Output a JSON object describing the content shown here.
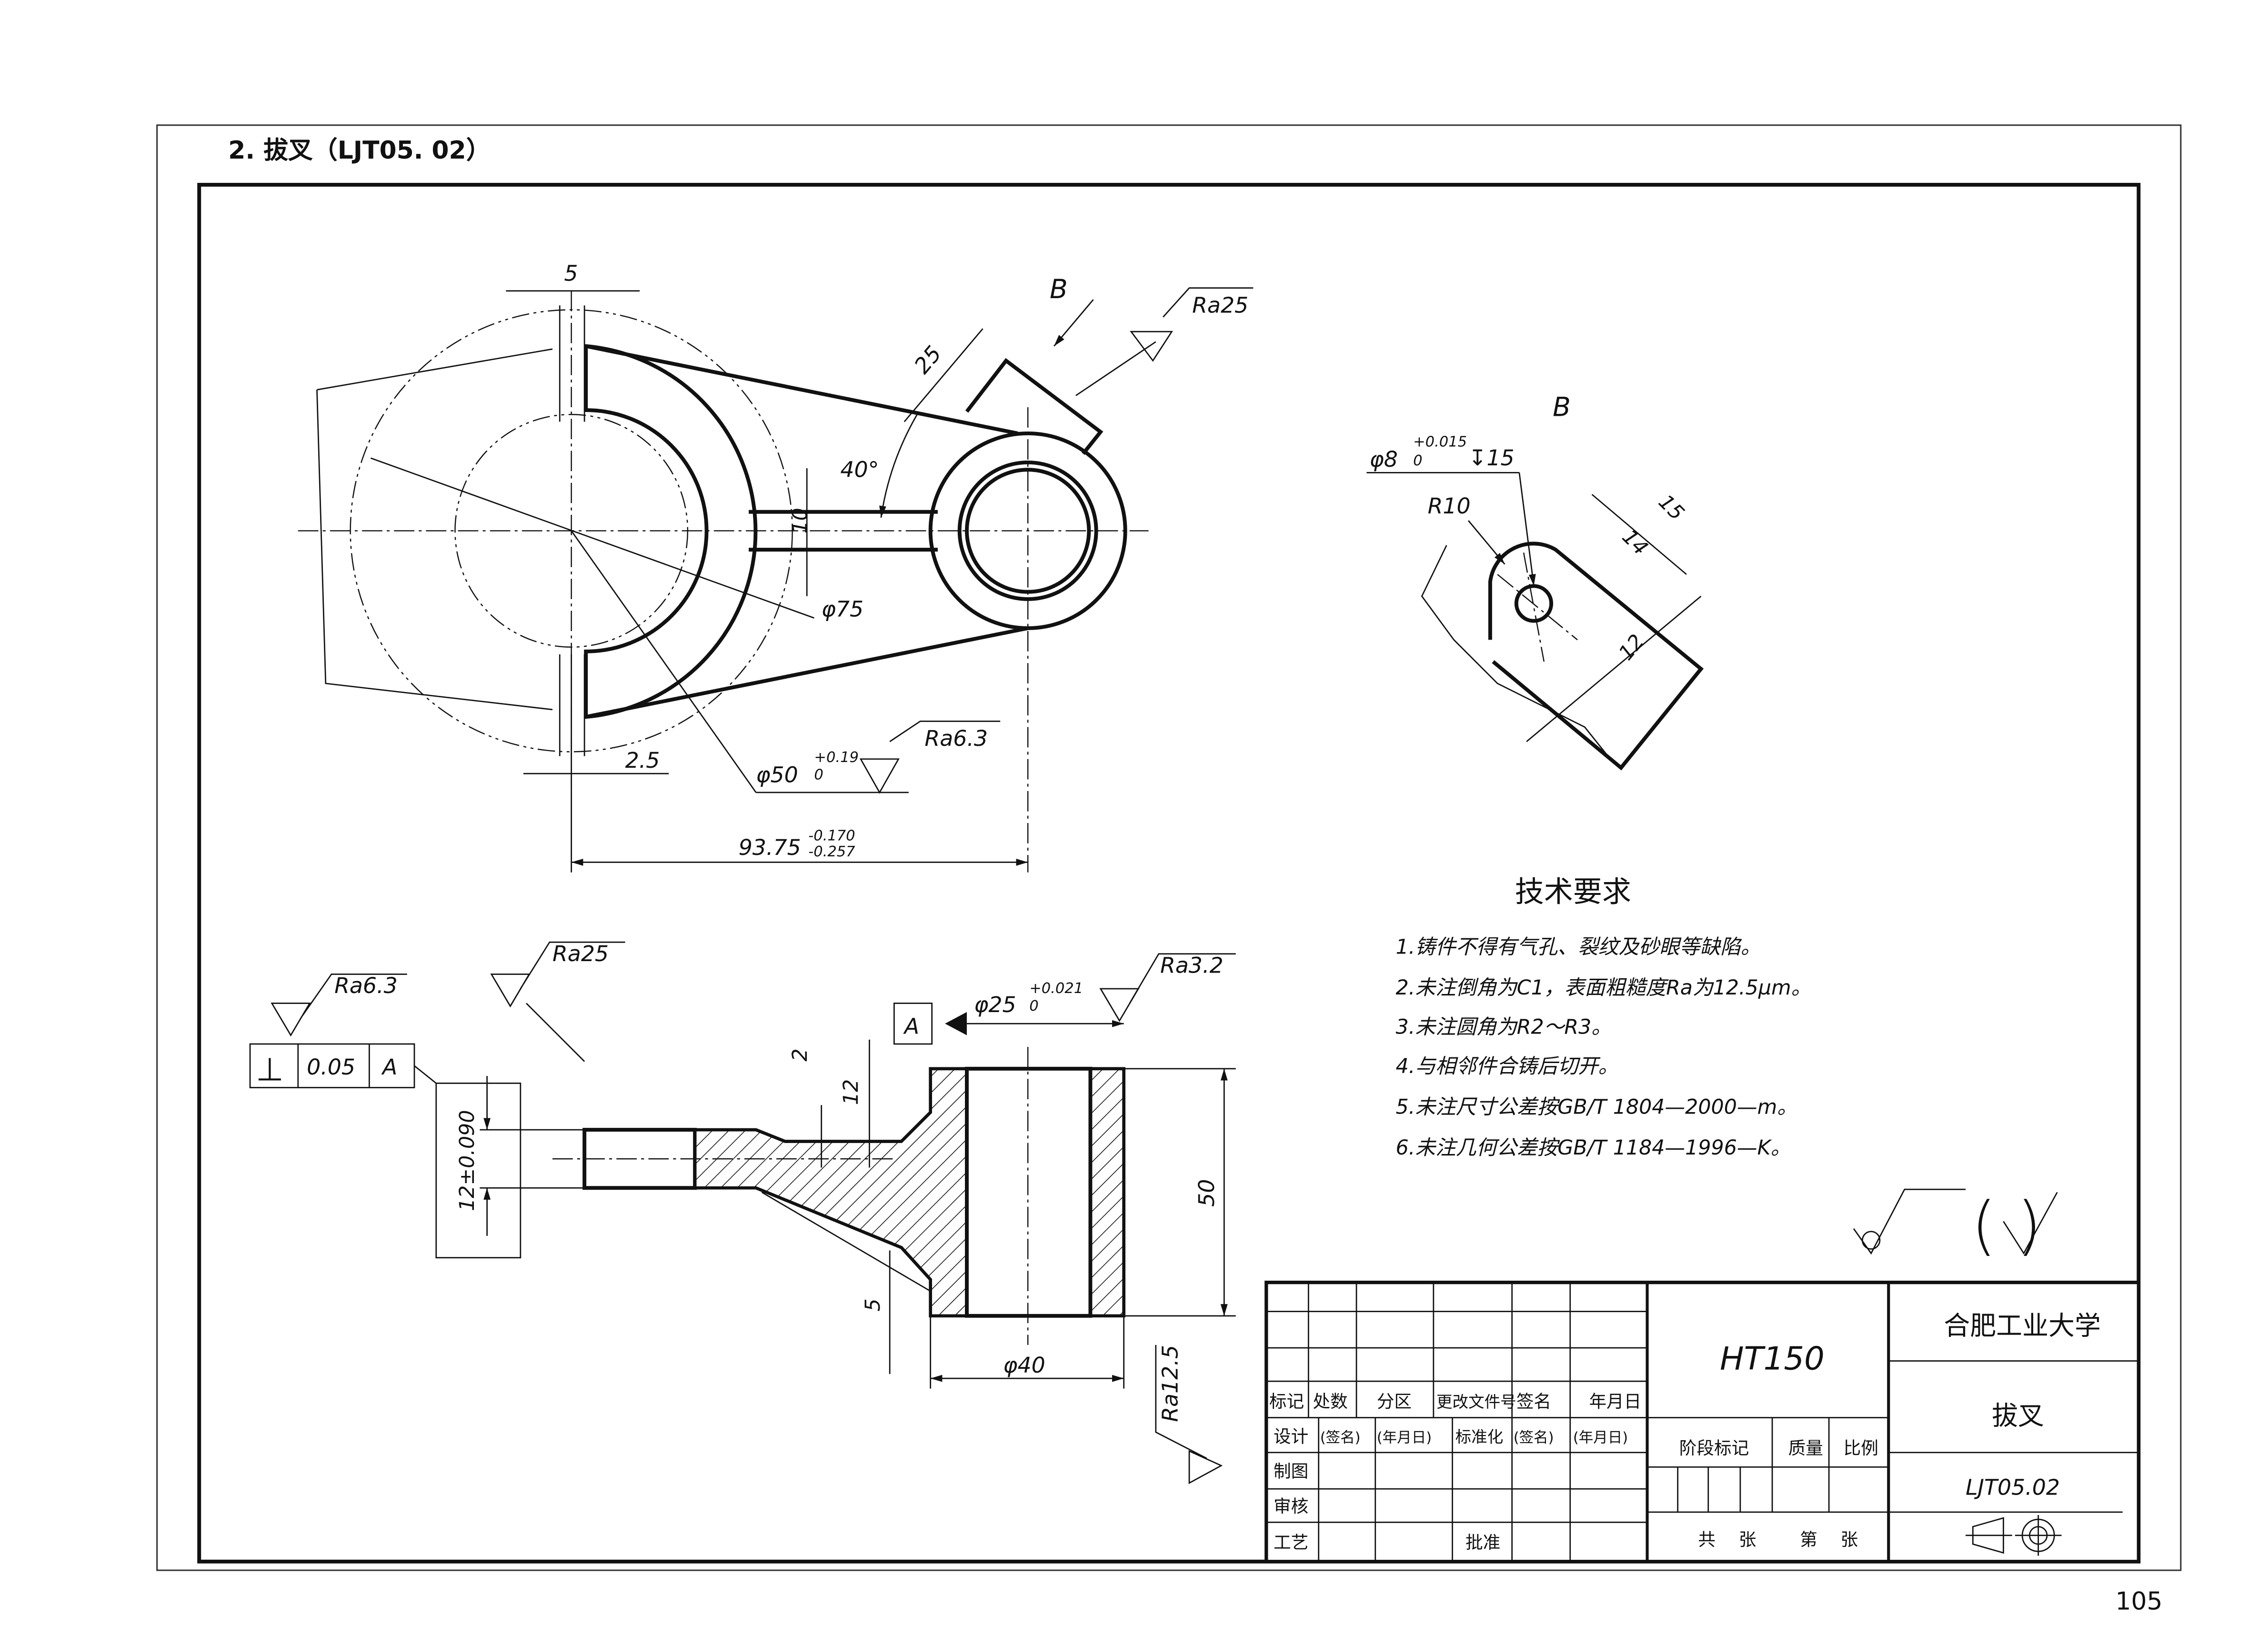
{
  "header": {
    "title": "2. 拔叉（LJT05. 02）"
  },
  "page_number": "105",
  "top_view": {
    "dim_5": "5",
    "section_label_b": "B",
    "ra25": "Ra25",
    "dim_25": "25",
    "angle_40": "40°",
    "dim_10": "10",
    "dia_75": "φ75",
    "dim_2_5": "2.5",
    "dia_50": "φ50",
    "dia_50_upper": "+0.19",
    "dia_50_lower": "0",
    "ra6_3": "Ra6.3",
    "dim_93_75": "93.75",
    "dim_93_75_upper": "-0.170",
    "dim_93_75_lower": "-0.257"
  },
  "view_b": {
    "title": "B",
    "hole": "φ8",
    "hole_upper": "+0.015",
    "hole_lower": "0",
    "depth": "↧15",
    "r10": "R10",
    "dim_15": "15",
    "dim_14": "14",
    "dim_12": "12"
  },
  "section_view": {
    "ra6_3": "Ra6.3",
    "ra25": "Ra25",
    "ra3_2": "Ra3.2",
    "ra12_5": "Ra12.5",
    "tol_symbol": "⊥",
    "tol_value": "0.05",
    "tol_datum": "A",
    "datum_a": "A",
    "dim_12_tol": "12±0.090",
    "dim_2": "2",
    "dim_12": "12",
    "dia_25": "φ25",
    "dia_25_upper": "+0.021",
    "dia_25_lower": "0",
    "dim_50": "50",
    "dim_5": "5",
    "dia_40": "φ40"
  },
  "tech_requirements": {
    "title": "技术要求",
    "items": [
      "1.铸件不得有气孔、裂纹及砂眼等缺陷。",
      "2.未注倒角为C1，表面粗糙度Ra为12.5μm。",
      "3.未注圆角为R2～R3。",
      "4.与相邻件合铸后切开。",
      "5.未注尺寸公差按GB/T 1804—2000—m。",
      "6.未注几何公差按GB/T 1184—1996—K。"
    ]
  },
  "general_roughness": {
    "paren": "( )"
  },
  "title_block": {
    "material": "HT150",
    "school": "合肥工业大学",
    "part_name": "拔叉",
    "drawing_no": "LJT05.02",
    "header_row": [
      "标记",
      "处数",
      "分区",
      "更改文件号",
      "签名",
      "年月日"
    ],
    "design_row": [
      "设计",
      "(签名)",
      "(年月日)",
      "标准化",
      "(签名)",
      "(年月日)"
    ],
    "row_labels": [
      "制图",
      "审核",
      "工艺"
    ],
    "approve": "批准",
    "stage_mark": "阶段标记",
    "mass": "质量",
    "scale": "比例",
    "sheets": [
      "共",
      "张",
      "第",
      "张"
    ]
  }
}
